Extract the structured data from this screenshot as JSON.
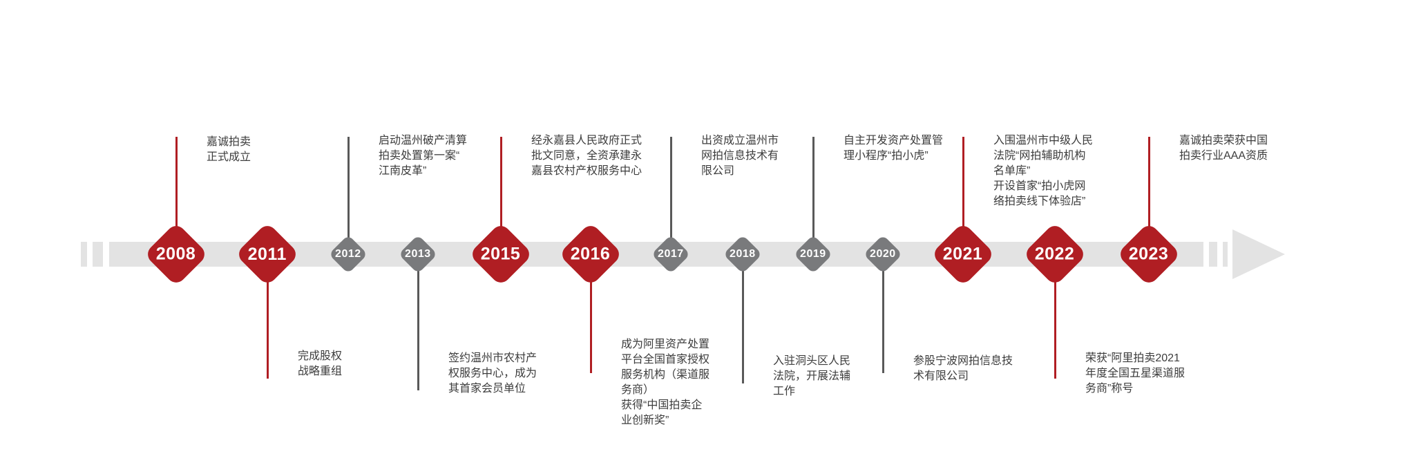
{
  "page": {
    "background": "#ffffff",
    "description_type": "company-history-timeline"
  },
  "colors": {
    "major_accent": "#b01e23",
    "minor_accent": "#797a7c",
    "minor_line": "#595959",
    "band": "#e3e3e3",
    "text": "#3c3c3c"
  },
  "milestones": [
    {
      "year": "2008",
      "type": "major",
      "side": "up",
      "text": "嘉诚拍卖\n正式成立"
    },
    {
      "year": "2011",
      "type": "major",
      "side": "down",
      "text": "完成股权\n战略重组"
    },
    {
      "year": "2012",
      "type": "minor",
      "side": "up",
      "text": "启动温州破产清算\n拍卖处置第一案“\n江南皮革”"
    },
    {
      "year": "2013",
      "type": "minor",
      "side": "down",
      "text": "签约温州市农村产\n权服务中心，成为\n其首家会员单位"
    },
    {
      "year": "2015",
      "type": "major",
      "side": "up",
      "text": "经永嘉县人民政府正式\n批文同意，全资承建永\n嘉县农村产权服务中心"
    },
    {
      "year": "2016",
      "type": "major",
      "side": "down",
      "text": "成为阿里资产处置\n平台全国首家授权\n服务机构（渠道服\n务商）\n获得“中国拍卖企\n业创新奖”"
    },
    {
      "year": "2017",
      "type": "minor",
      "side": "up",
      "text": "出资成立温州市\n网拍信息技术有\n限公司"
    },
    {
      "year": "2018",
      "type": "minor",
      "side": "down",
      "text": "入驻洞头区人民\n法院，开展法辅\n工作"
    },
    {
      "year": "2019",
      "type": "minor",
      "side": "up",
      "text": "自主开发资产处置管\n理小程序“拍小虎”"
    },
    {
      "year": "2020",
      "type": "minor",
      "side": "down",
      "text": "参股宁波网拍信息技\n术有限公司"
    },
    {
      "year": "2021",
      "type": "major",
      "side": "up",
      "text": "入围温州市中级人民\n法院“网拍辅助机构\n名单库”\n开设首家“拍小虎网\n络拍卖线下体验店”"
    },
    {
      "year": "2022",
      "type": "major",
      "side": "down",
      "text": "荣获“阿里拍卖2021\n年度全国五星渠道服\n务商”称号"
    },
    {
      "year": "2023",
      "type": "major",
      "side": "up",
      "text": "嘉诚拍卖荣获中国\n拍卖行业AAA资质"
    }
  ]
}
